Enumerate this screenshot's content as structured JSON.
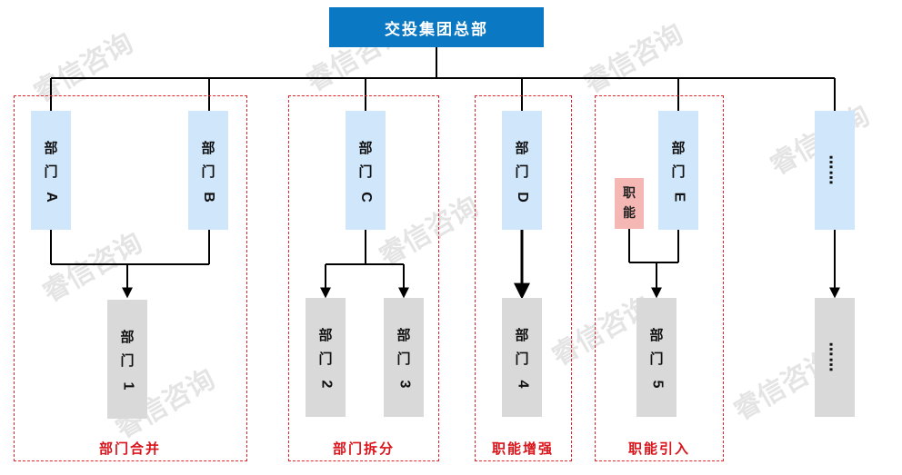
{
  "top": {
    "label": "交投集团总部"
  },
  "departments": [
    {
      "char1": "部",
      "char2": "门",
      "letter": "A"
    },
    {
      "char1": "部",
      "char2": "门",
      "letter": "B"
    },
    {
      "char1": "部",
      "char2": "门",
      "letter": "C"
    },
    {
      "char1": "部",
      "char2": "门",
      "letter": "D"
    },
    {
      "char1": "部",
      "char2": "门",
      "letter": "E"
    },
    {
      "ellipsis": "……"
    }
  ],
  "subunits": [
    {
      "char1": "部",
      "char2": "门",
      "num": "1"
    },
    {
      "char1": "部",
      "char2": "门",
      "num": "2"
    },
    {
      "char1": "部",
      "char2": "门",
      "num": "3"
    },
    {
      "char1": "部",
      "char2": "门",
      "num": "4"
    },
    {
      "char1": "部",
      "char2": "门",
      "num": "5"
    },
    {
      "ellipsis": "……"
    }
  ],
  "function_box": {
    "char1": "职",
    "char2": "能"
  },
  "groups": [
    {
      "label": "部门合并"
    },
    {
      "label": "部门拆分"
    },
    {
      "label": "职能增强"
    },
    {
      "label": "职能引入"
    }
  ],
  "watermark": "睿信咨询",
  "colors": {
    "top": "#0a78c2",
    "dept": "#cfe6fb",
    "sub": "#d9d9d9",
    "group_border": "#e0242b",
    "function": "#f5b7b4"
  }
}
